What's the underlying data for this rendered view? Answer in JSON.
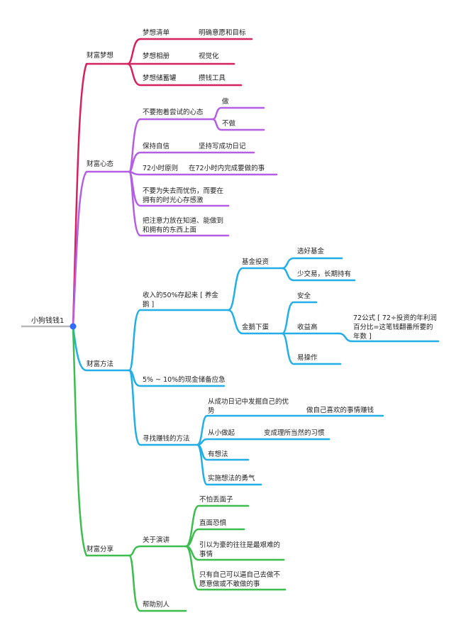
{
  "colors": {
    "root_line": "#b8b8b8",
    "root_dot": "#2f6bff",
    "dream": "#d5215e",
    "mind": "#b45ee6",
    "method": "#22aee6",
    "share": "#3cbd4e"
  },
  "root": "小狗钱钱1",
  "branches": {
    "dream": {
      "label": "财富梦想",
      "items": [
        {
          "label": "梦想清单",
          "note": "明确意愿和目标"
        },
        {
          "label": "梦想相册",
          "note": "视觉化"
        },
        {
          "label": "梦想储蓄罐",
          "note": "攒钱工具"
        }
      ]
    },
    "mind": {
      "label": "财富心态",
      "items": [
        {
          "label": "不要抱着尝试的心态",
          "children": [
            "做",
            "不做"
          ]
        },
        {
          "label": "保持自信",
          "note": "坚持写成功日记"
        },
        {
          "label": "72小时原则",
          "note": "在72小时内完成要做的事"
        },
        {
          "label": "不要为失去而忧伤，而要在拥有的时光心存感激"
        },
        {
          "label": "把注意力放在知道、能做到和拥有的东西上面"
        }
      ]
    },
    "method": {
      "label": "财富方法",
      "items": [
        {
          "label": "收入的50%存起来 [ 养金鹅 ]",
          "children": [
            {
              "label": "基金投资",
              "children": [
                "选好基金",
                "少交易，长期持有"
              ]
            },
            {
              "label": "金鹅下蛋",
              "children": [
                {
                  "label": "安全"
                },
                {
                  "label": "收益高",
                  "note": "72公式 [ 72÷投资的年利润百分比=这笔钱翻番所要的年数 ]"
                },
                {
                  "label": "易操作"
                }
              ]
            }
          ]
        },
        {
          "label": "5% ~ 10%的现金储备应急"
        },
        {
          "label": "寻找赚钱的方法",
          "children": [
            {
              "label": "从成功日记中发掘自己的优势",
              "note": "做自己喜欢的事情赚钱"
            },
            {
              "label": "从小做起",
              "note": "变成理所当然的习惯"
            },
            {
              "label": "有想法"
            },
            {
              "label": "实施想法的勇气"
            }
          ]
        }
      ]
    },
    "share": {
      "label": "财富分享",
      "items": [
        {
          "label": "关于演讲",
          "children": [
            "不怕丢面子",
            "直面恐惧",
            "引以为豪的往往是最艰难的事情",
            "只有自己可以逼自己去做不愿意做或不敢做的事"
          ]
        },
        {
          "label": "帮助别人"
        }
      ]
    }
  }
}
